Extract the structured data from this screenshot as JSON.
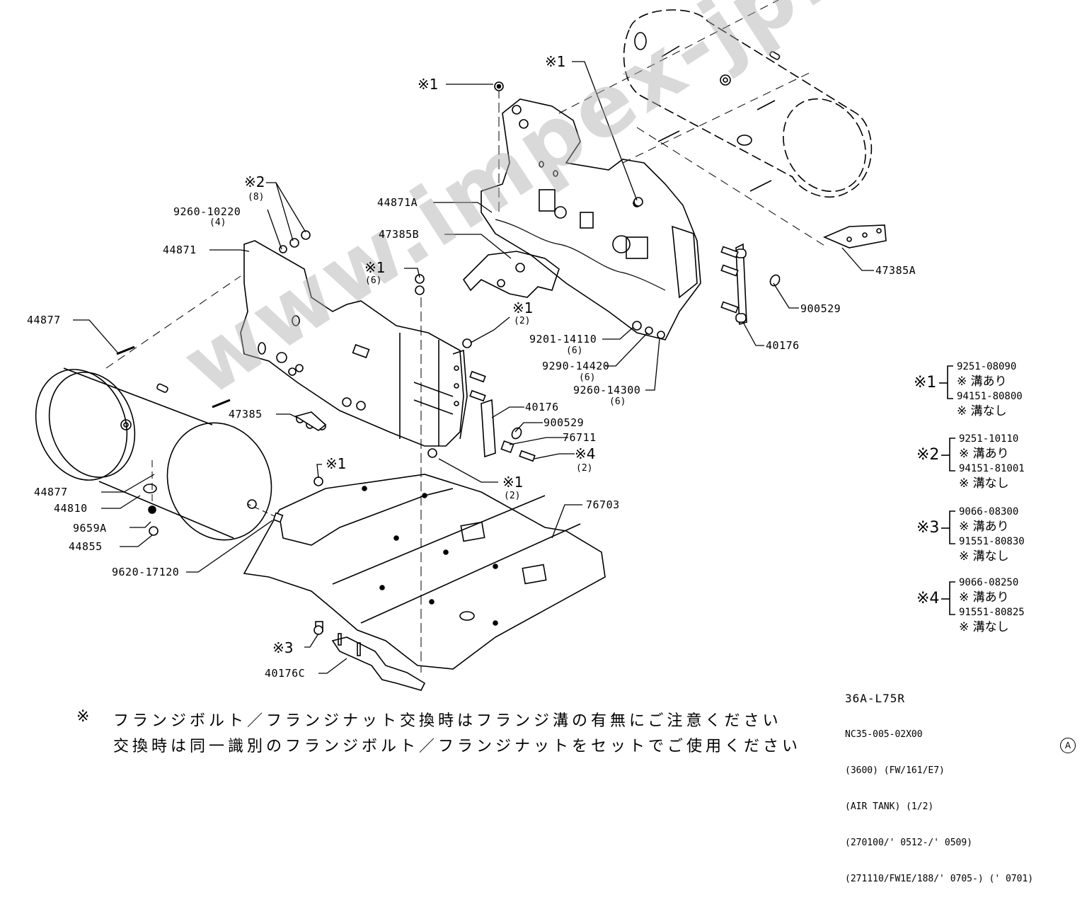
{
  "diagram": {
    "type": "exploded parts diagram",
    "subject": "Air tank mounting assembly"
  },
  "watermark": "www.impex-jp.com",
  "part_labels": [
    {
      "id": "p-44871A",
      "text": "44871A"
    },
    {
      "id": "p-47385B",
      "text": "47385B"
    },
    {
      "id": "p-44871",
      "text": "44871"
    },
    {
      "id": "p-9260-10220",
      "text": "9260-10220",
      "qty": "(4)"
    },
    {
      "id": "p-44877-top",
      "text": "44877"
    },
    {
      "id": "p-47385",
      "text": "47385"
    },
    {
      "id": "p-44877-bot",
      "text": "44877"
    },
    {
      "id": "p-44810",
      "text": "44810"
    },
    {
      "id": "p-9659A",
      "text": "9659A"
    },
    {
      "id": "p-44855",
      "text": "44855"
    },
    {
      "id": "p-9620-17120",
      "text": "9620-17120"
    },
    {
      "id": "p-40176C",
      "text": "40176C"
    },
    {
      "id": "p-76703",
      "text": "76703"
    },
    {
      "id": "p-40176-mid",
      "text": "40176"
    },
    {
      "id": "p-900529-mid",
      "text": "900529"
    },
    {
      "id": "p-76711",
      "text": "76711"
    },
    {
      "id": "p-9201-14110",
      "text": "9201-14110",
      "qty": "(6)"
    },
    {
      "id": "p-9290-14420",
      "text": "9290-14420",
      "qty": "(6)"
    },
    {
      "id": "p-9260-14300",
      "text": "9260-14300",
      "qty": "(6)"
    },
    {
      "id": "p-47385A",
      "text": "47385A"
    },
    {
      "id": "p-900529-right",
      "text": "900529"
    },
    {
      "id": "p-40176-right",
      "text": "40176"
    }
  ],
  "reference_marks": [
    {
      "id": "ref-1-top",
      "text": "※1"
    },
    {
      "id": "ref-1-tank",
      "text": "※1"
    },
    {
      "id": "ref-2",
      "text": "※2",
      "qty": "(8)"
    },
    {
      "id": "ref-1-center",
      "text": "※1",
      "qty": "(6)"
    },
    {
      "id": "ref-1-right",
      "text": "※1",
      "qty": "(2)"
    },
    {
      "id": "ref-4",
      "text": "※4",
      "qty": "(2)"
    },
    {
      "id": "ref-1-lower",
      "text": "※1",
      "qty": "(2)"
    },
    {
      "id": "ref-1-plate",
      "text": "※1"
    },
    {
      "id": "ref-3",
      "text": "※3"
    }
  ],
  "legend": [
    {
      "key": "※1",
      "grooved_pn": "9251-08090",
      "grooved_note": "※ 溝あり",
      "plain_pn": "94151-80800",
      "plain_note": "※ 溝なし"
    },
    {
      "key": "※2",
      "grooved_pn": "9251-10110",
      "grooved_note": "※ 溝あり",
      "plain_pn": "94151-81001",
      "plain_note": "※ 溝なし"
    },
    {
      "key": "※3",
      "grooved_pn": "9066-08300",
      "grooved_note": "※ 溝あり",
      "plain_pn": "91551-80830",
      "plain_note": "※ 溝なし"
    },
    {
      "key": "※4",
      "grooved_pn": "9066-08250",
      "grooved_note": "※ 溝あり",
      "plain_pn": "91551-80825",
      "plain_note": "※ 溝なし"
    }
  ],
  "title_block": {
    "model": "36A-L75R",
    "drawing_no": "NC35-005-02X00",
    "line3": "(3600) (FW/161/E7)",
    "line4": "(AIR TANK) (1/2)",
    "line5": "(270100/' 0512-/' 0509)",
    "line6": "(271110/FW1E/188/' 0705-) (' 0701)",
    "revision": "A"
  },
  "footnote": {
    "mark": "※",
    "line1": "フランジボルト／フランジナット交換時はフランジ溝の有無にご注意ください",
    "line2": "交換時は同一識別のフランジボルト／フランジナットをセットでご使用ください"
  }
}
